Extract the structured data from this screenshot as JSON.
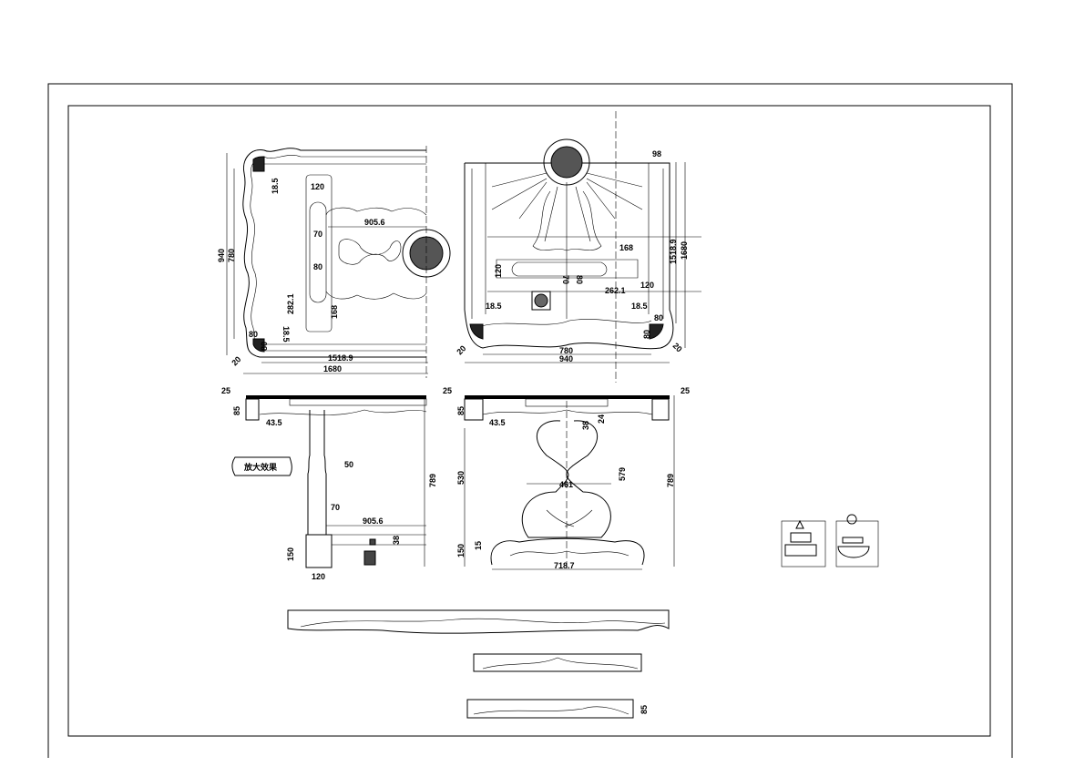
{
  "drawing": {
    "plan_left": {
      "dims": [
        "940",
        "780",
        "18.5",
        "120",
        "905.6",
        "70",
        "80",
        "282.1",
        "168",
        "18.5",
        "80",
        "80",
        "20",
        "1518.9",
        "1680"
      ]
    },
    "plan_right": {
      "dims": [
        "98",
        "1518.9",
        "1680",
        "168",
        "120",
        "70",
        "80",
        "262.1",
        "120",
        "18.5",
        "18.5",
        "80",
        "80",
        "20",
        "20",
        "780",
        "940"
      ]
    },
    "elevation_left": {
      "dims": [
        "25",
        "85",
        "43.5",
        "50",
        "70",
        "905.6",
        "38",
        "150",
        "120",
        "789"
      ],
      "callout": "放大效果"
    },
    "elevation_right": {
      "dims": [
        "25",
        "25",
        "85",
        "43.5",
        "38",
        "24",
        "530",
        "461",
        "579",
        "789",
        "150",
        "15",
        "718.7"
      ]
    },
    "apron_detail": {
      "dims": [
        "85"
      ]
    }
  }
}
